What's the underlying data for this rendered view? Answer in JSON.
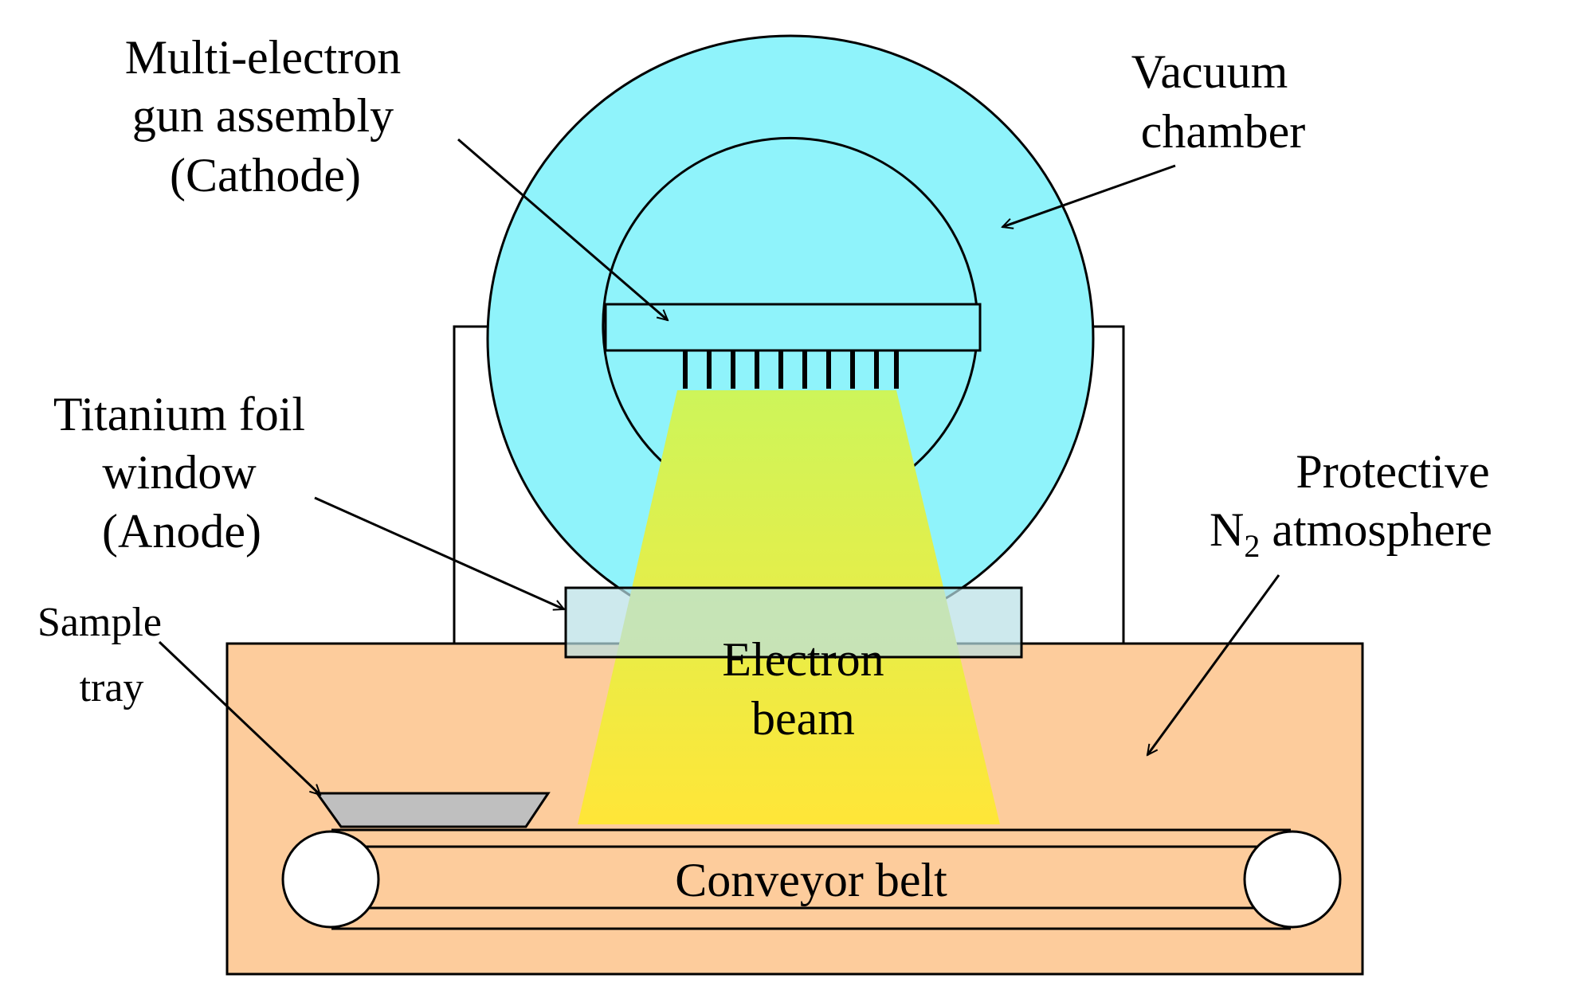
{
  "labels": {
    "gun_line1": "Multi-electron",
    "gun_line2": "gun assembly",
    "gun_line3": "(Cathode)",
    "vacuum_line1": "Vacuum",
    "vacuum_line2": "chamber",
    "foil_line1": "Titanium  foil",
    "foil_line2": "window",
    "foil_line3": "(Anode)",
    "protective_line1": "Protective",
    "protective_n": "N",
    "protective_sub": "2",
    "protective_rest": " atmosphere",
    "sample_line1": "Sample",
    "sample_line2": "tray",
    "beam_line1": "Electron",
    "beam_line2": "beam",
    "conveyor": "Conveyor  belt"
  },
  "colors": {
    "vacuum_chamber": "#8ff3fb",
    "protective_box": "#fdcc9c",
    "foil_window": "#b8e0e6",
    "beam_top": "#cdf55a",
    "beam_bottom": "#ffe638",
    "sample_tray": "#bfbfbf",
    "outline": "#000000"
  }
}
